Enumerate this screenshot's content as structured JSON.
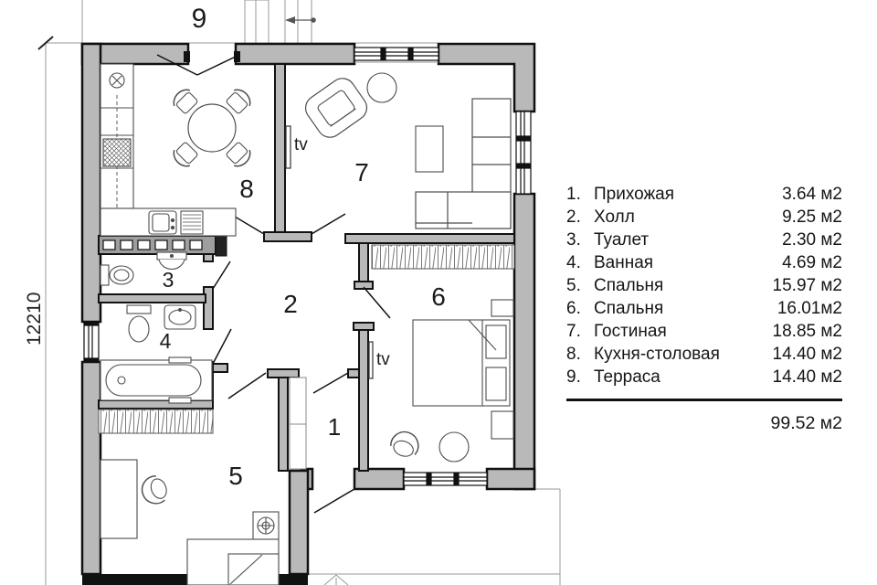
{
  "plan": {
    "room_labels": {
      "r1": "1",
      "r2": "2",
      "r3": "3",
      "r4": "4",
      "r5": "5",
      "r6": "6",
      "r7": "7",
      "r8": "8",
      "r9": "9"
    },
    "tv_label_living": "tv",
    "tv_label_bedroom": "tv",
    "dimension_height": "12210"
  },
  "legend": {
    "items": [
      {
        "num": "1.",
        "name": "Прихожая",
        "area": "3.64 м2"
      },
      {
        "num": "2.",
        "name": "Холл",
        "area": "9.25 м2"
      },
      {
        "num": "3.",
        "name": "Туалет",
        "area": "2.30 м2"
      },
      {
        "num": "4.",
        "name": "Ванная",
        "area": "4.69 м2"
      },
      {
        "num": "5.",
        "name": "Спальня",
        "area": "15.97 м2"
      },
      {
        "num": "6.",
        "name": "Спальня",
        "area": "16.01м2"
      },
      {
        "num": "7.",
        "name": "Гостиная",
        "area": "18.85 м2"
      },
      {
        "num": "8.",
        "name": "Кухня-столовая",
        "area": "14.40 м2"
      },
      {
        "num": "9.",
        "name": "Терраса",
        "area": "14.40 м2"
      }
    ],
    "total": "99.52 м2"
  },
  "colors": {
    "wall_fill": "#b9b9b9",
    "line": "#111111",
    "furniture": "#4d4d4d",
    "thin": "#999999"
  }
}
